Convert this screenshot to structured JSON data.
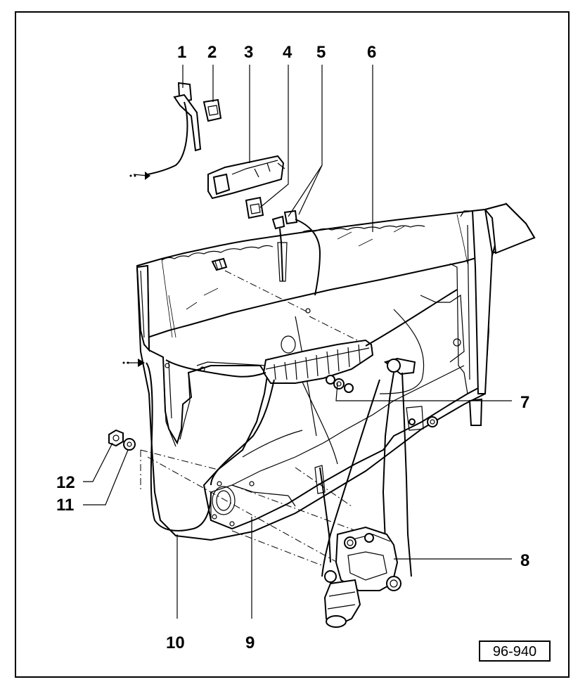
{
  "figure": {
    "reference_code": "96-940",
    "callouts": [
      {
        "id": "1",
        "label": "1"
      },
      {
        "id": "2",
        "label": "2"
      },
      {
        "id": "3",
        "label": "3"
      },
      {
        "id": "4",
        "label": "4"
      },
      {
        "id": "5",
        "label": "5"
      },
      {
        "id": "6",
        "label": "6"
      },
      {
        "id": "7",
        "label": "7"
      },
      {
        "id": "8",
        "label": "8"
      },
      {
        "id": "9",
        "label": "9"
      },
      {
        "id": "10",
        "label": "10"
      },
      {
        "id": "11",
        "label": "11"
      },
      {
        "id": "12",
        "label": "12"
      }
    ]
  }
}
